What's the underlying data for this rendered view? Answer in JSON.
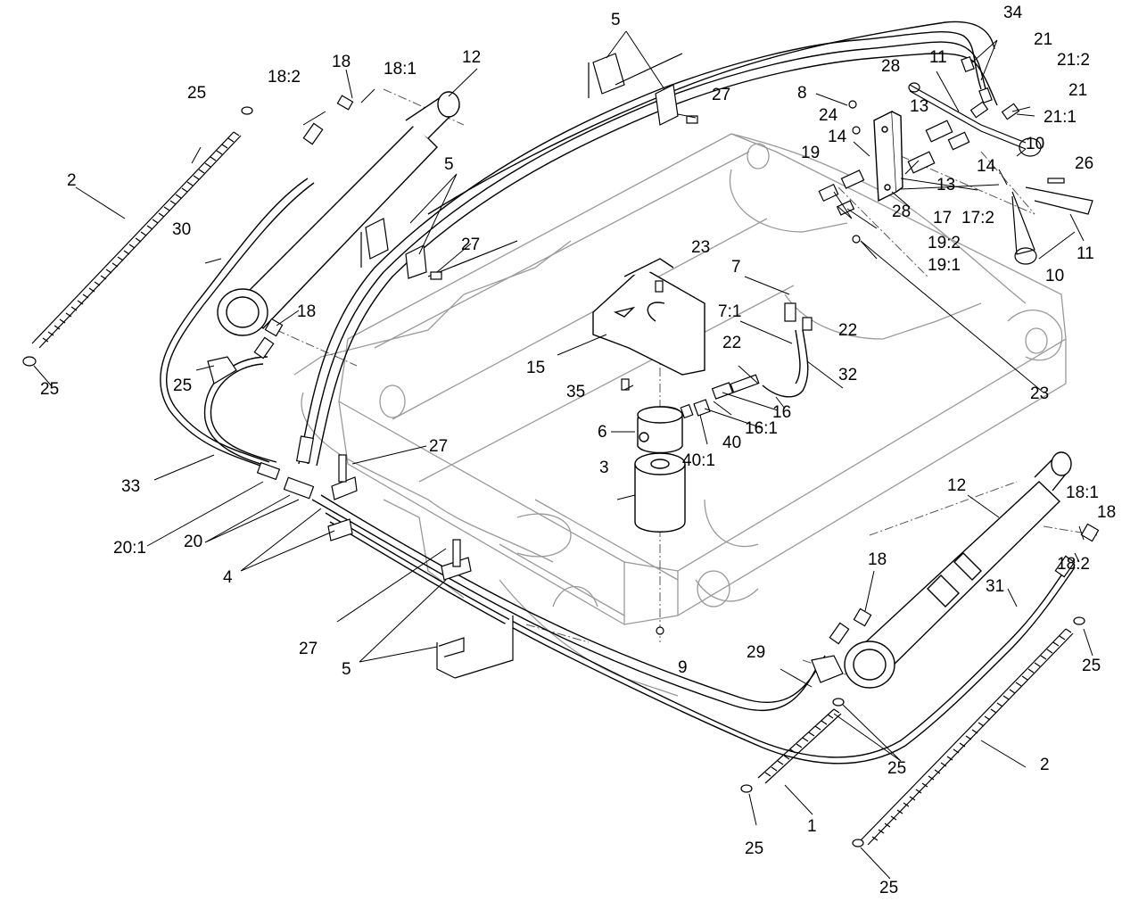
{
  "diagram": {
    "callouts": [
      "1",
      "2",
      "3",
      "4",
      "5",
      "6",
      "7",
      "7:1",
      "8",
      "9",
      "10",
      "11",
      "12",
      "13",
      "14",
      "15",
      "16",
      "16:1",
      "17",
      "17:2",
      "18",
      "18:1",
      "18:2",
      "19",
      "19:1",
      "19:2",
      "20",
      "20:1",
      "21",
      "21:1",
      "21:2",
      "22",
      "23",
      "24",
      "25",
      "26",
      "27",
      "28",
      "29",
      "30",
      "31",
      "32",
      "33",
      "34",
      "35",
      "40",
      "40:1"
    ]
  }
}
